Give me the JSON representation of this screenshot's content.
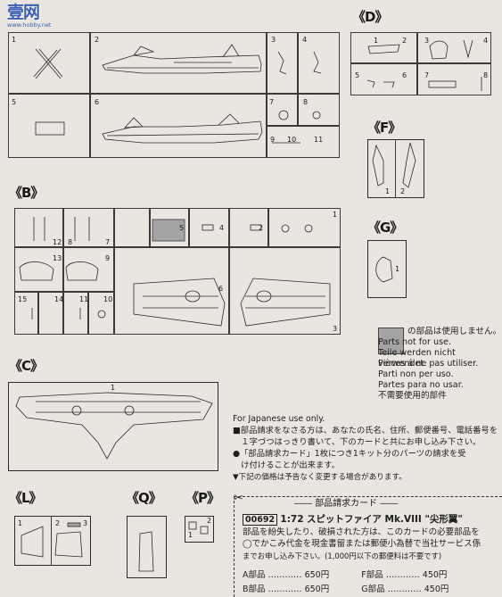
{
  "watermark": {
    "brand": "壹网",
    "url": "www.hobby.net"
  },
  "sections": {
    "D": "《D》",
    "F": "《F》",
    "B": "《B》",
    "G": "《G》",
    "C": "《C》",
    "L": "《L》",
    "Q": "《Q》",
    "P": "《P》"
  },
  "part_numbers": {
    "top": [
      "1",
      "2",
      "3",
      "4",
      "5",
      "6",
      "7",
      "8",
      "9",
      "10",
      "11"
    ],
    "D": [
      "1",
      "2",
      "3",
      "4",
      "5",
      "6",
      "7",
      "8"
    ],
    "F": [
      "1",
      "2"
    ],
    "B": [
      "1",
      "2",
      "3",
      "4",
      "5",
      "6",
      "7",
      "8",
      "9",
      "10",
      "11",
      "12",
      "13",
      "14",
      "15"
    ],
    "G": [
      "1"
    ],
    "C": [
      "1"
    ],
    "L": [
      "1",
      "2",
      "3"
    ],
    "P": [
      "1",
      "2"
    ]
  },
  "legend": {
    "swatch_color": "#a4a4a4",
    "lines": [
      "の部品は使用しません。",
      "Parts not for use.",
      "Teile werden nicht verwendet.",
      "Pièces á ne pas utiliser.",
      "Parti non per uso.",
      "Partes para no usar.",
      "不需要使用的部件"
    ]
  },
  "order_info": {
    "heading": "For Japanese use only.",
    "lines": [
      "■部品請求をなさる方は、あなたの氏名、住所、郵便番号、電話番号を",
      "　１字づつはっきり書いて、下のカードと共にお申し込み下さい。",
      "●「部品請求カード」1枚につき1キット分のパーツの請求を受",
      "　け付けることが出来ます。",
      "▼下記の価格は予告なく変更する場合があります。"
    ]
  },
  "card": {
    "title": "部品請求カード",
    "code": "00692",
    "scale": "1:72",
    "name": "スピットファイア Mk.VIII \"尖形翼\"",
    "text": [
      "部品を紛失したり、破損された方は、このカードの必要部品を",
      "◯でかこみ代金を現金書留または郵便小為替で当社サービス係",
      "までお申し込み下さい。(1,000円以下の郵便料は不要です)"
    ],
    "prices": [
      {
        "part": "A部品",
        "price": "650円",
        "part2": "F部品",
        "price2": "450円"
      },
      {
        "part": "B部品",
        "price": "650円",
        "part2": "G部品",
        "price2": "450円"
      }
    ]
  }
}
